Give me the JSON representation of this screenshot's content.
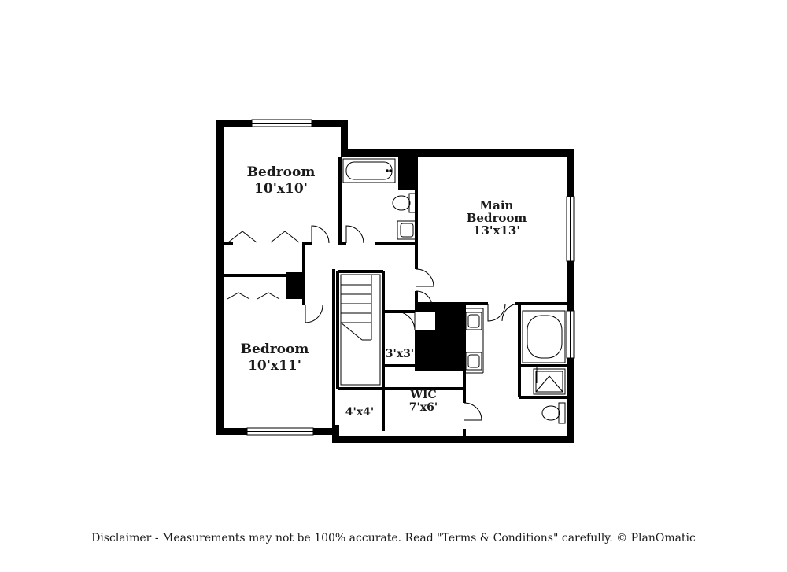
{
  "rooms": {
    "bedroom_top": {
      "name": "Bedroom",
      "size": "10'x10'"
    },
    "bedroom_bottom": {
      "name": "Bedroom",
      "size": "10'x11'"
    },
    "main_bedroom": {
      "name_line1": "Main",
      "name_line2": "Bedroom",
      "size": "13'x13'"
    },
    "closet_small": {
      "size": "3'x3'"
    },
    "wic": {
      "name": "WIC",
      "size": "7'x6'"
    },
    "closet_4x4": {
      "size": "4'x4'"
    }
  },
  "footer": {
    "disclaimer": "Disclaimer - Measurements may not be 100% accurate. Read \"Terms & Conditions\" carefully. © PlanOmatic"
  }
}
